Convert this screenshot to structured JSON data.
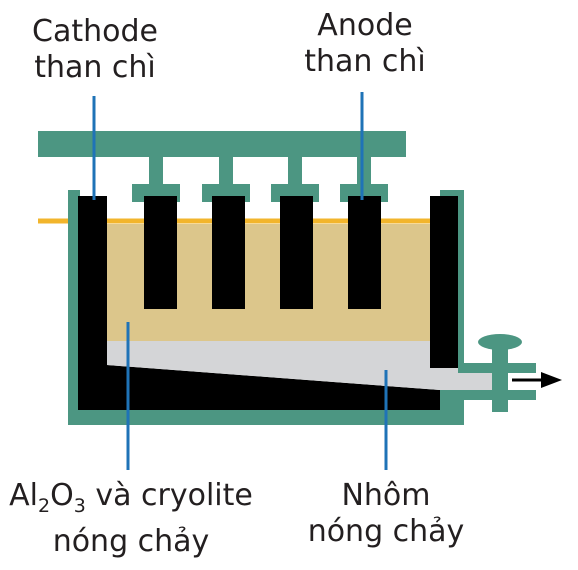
{
  "labels": {
    "cathode": {
      "line1": "Cathode",
      "line2": "than chì"
    },
    "anode": {
      "line1": "Anode",
      "line2": "than chì"
    },
    "electrolyte": {
      "prefix": "Al",
      "sub1": "2",
      "mid": "O",
      "sub2": "3",
      "suffix": " và cryolite",
      "line2": "nóng chảy"
    },
    "aluminium": {
      "line1": "Nhôm",
      "line2": "nóng chảy"
    }
  },
  "colors": {
    "frame": "#4c9682",
    "electrode": "#000000",
    "electrolyte": "#dcc68b",
    "molten_aluminium": "#d4d5d7",
    "surface_line": "#f2b52c",
    "pointer": "#1f73b7",
    "text": "#231f20"
  },
  "icons": {
    "outlet_arrow": "arrow-right-icon",
    "outlet_valve": "valve-icon"
  }
}
